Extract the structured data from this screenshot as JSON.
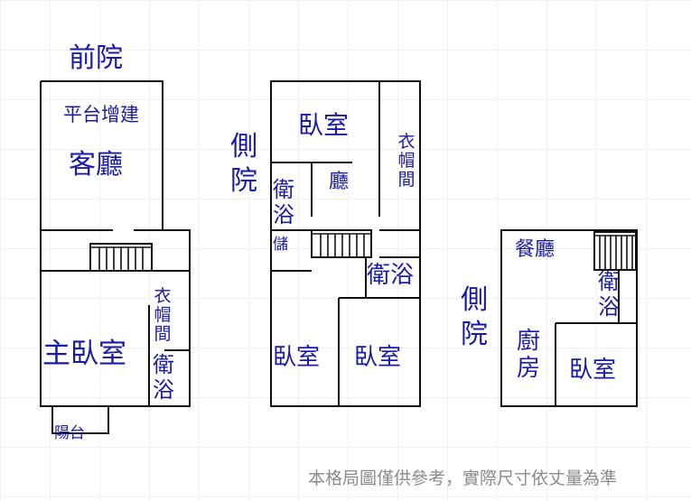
{
  "plan": {
    "floor1": {
      "front_yard": "前院",
      "platform_addition": "平台增建",
      "living_room": "客廳",
      "master_bedroom": "主臥室",
      "wardrobe": "衣帽間",
      "bathroom": "衛浴",
      "balcony": "陽台"
    },
    "floor2": {
      "side_yard": "側院",
      "bedroom_top": "臥室",
      "hall": "廳",
      "wardrobe": "衣帽間",
      "bathroom_left": "衛浴",
      "storage": "儲",
      "bathroom_right": "衛浴",
      "bedroom_left": "臥室",
      "bedroom_right": "臥室"
    },
    "floor3": {
      "side_yard": "側院",
      "dining_room": "餐廳",
      "bathroom": "衛浴",
      "kitchen": "廚房",
      "bedroom": "臥室"
    },
    "disclaimer": "本格局圖僅供參考，實際尺寸依丈量為準"
  },
  "colors": {
    "label": "#1a1aa6",
    "wall": "#111111",
    "note": "#8a8a8a"
  }
}
